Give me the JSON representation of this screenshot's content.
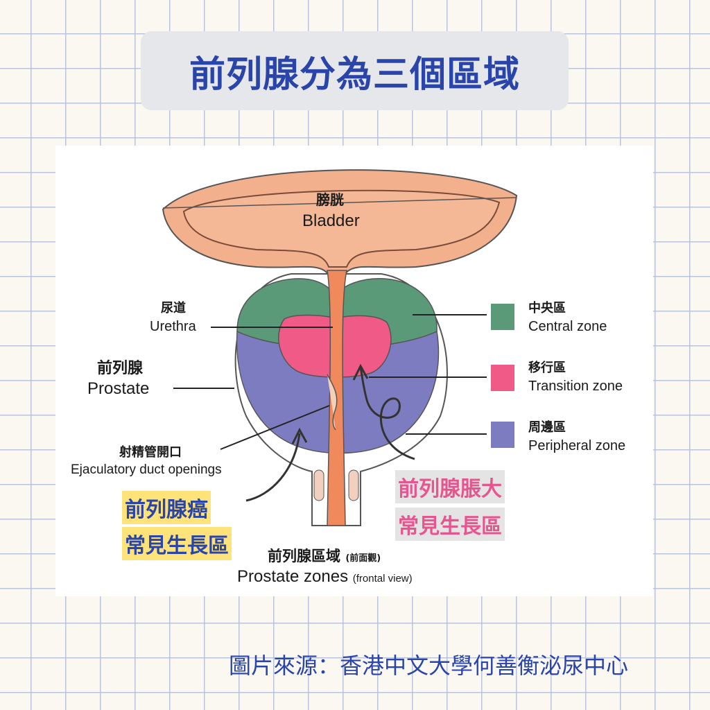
{
  "title": "前列腺分為三個區域",
  "diagram": {
    "bladder": {
      "zh": "膀胱",
      "en": "Bladder"
    },
    "urethra": {
      "zh": "尿道",
      "en": "Urethra"
    },
    "prostate": {
      "zh": "前列腺",
      "en": "Prostate"
    },
    "ejaculatory": {
      "zh": "射精管開口",
      "en": "Ejaculatory duct openings"
    },
    "caption": {
      "zh": "前列腺區域",
      "zh_small": "(前面觀)",
      "en": "Prostate zones",
      "en_small": "(frontal view)"
    },
    "legend": [
      {
        "zh": "中央區",
        "en": "Central zone",
        "color": "#5a9a78"
      },
      {
        "zh": "移行區",
        "en": "Transition zone",
        "color": "#ef5a86"
      },
      {
        "zh": "周邊區",
        "en": "Peripheral zone",
        "color": "#7e7cc0"
      }
    ]
  },
  "callouts": {
    "cancer": {
      "line1": "前列腺癌",
      "line2": "常見生長區"
    },
    "enlargement": {
      "line1": "前列腺脹大",
      "line2": "常見生長區"
    }
  },
  "source": "圖片來源：香港中文大學何善衡泌尿中心",
  "colors": {
    "title": "#2a45a9",
    "bladder": "#f3b08c",
    "urethra": "#f08a5c",
    "highlight_yellow": "#fde37a",
    "pink_text": "#e75591"
  }
}
